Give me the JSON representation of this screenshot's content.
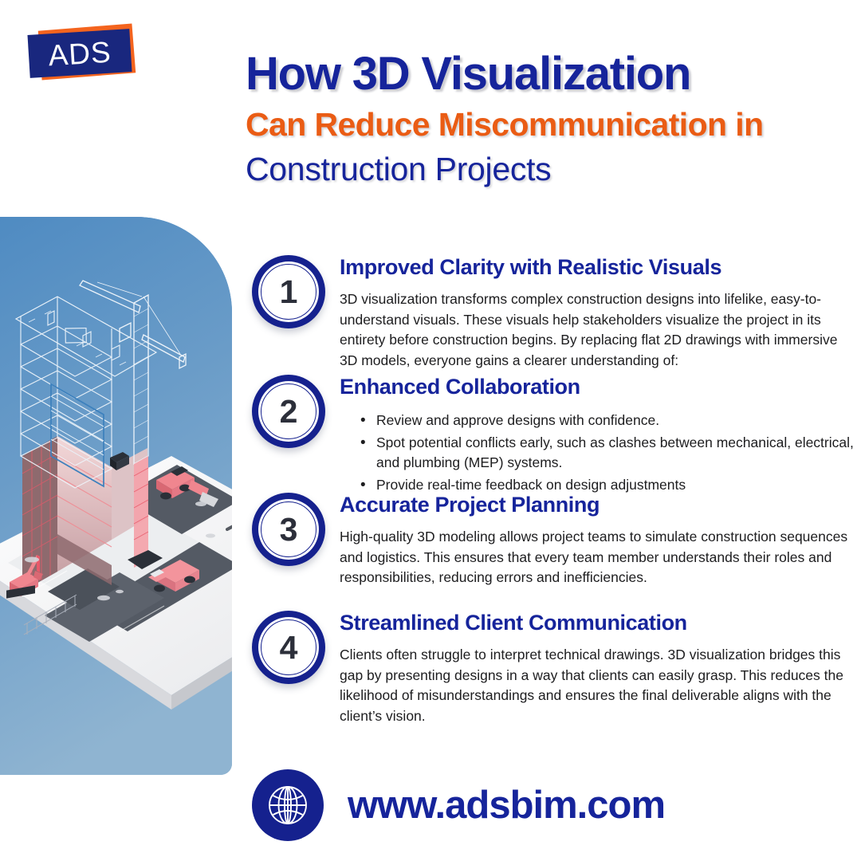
{
  "brand": {
    "logo_text": "ADS",
    "navy": "#15218e",
    "orange": "#ea5c14",
    "panel_blue_top": "#4f8bc2",
    "panel_blue_bottom": "#8fb4d1",
    "body_text": "#1d1d1f"
  },
  "header": {
    "line1": "How 3D Visualization",
    "line2": "Can Reduce Miscommunication in",
    "line3": "Construction Projects"
  },
  "illustration": {
    "caption": "isometric 3D wireframe building with tower crane, excavator, bulldozer and truck on a tablet device"
  },
  "items": [
    {
      "number": "1",
      "title": "Improved Clarity with Realistic Visuals",
      "text": "3D visualization transforms complex construction designs into lifelike, easy-to-understand visuals. These visuals help stakeholders visualize the project in its entirety before construction begins. By replacing flat 2D drawings with immersive 3D models, everyone gains a clearer understanding of:",
      "bullets": []
    },
    {
      "number": "2",
      "title": "Enhanced Collaboration",
      "text": "",
      "bullets": [
        "Review and approve designs with confidence.",
        "Spot potential conflicts early, such as clashes between mechanical, electrical, and plumbing (MEP) systems.",
        "Provide real-time feedback on design adjustments"
      ]
    },
    {
      "number": "3",
      "title": "Accurate Project Planning",
      "text": "High-quality 3D modeling allows project teams to simulate construction sequences and logistics. This ensures that every team member understands their roles and responsibilities, reducing errors and inefficiencies.",
      "bullets": []
    },
    {
      "number": "4",
      "title": "Streamlined Client Communication",
      "text": "Clients often struggle to interpret technical drawings. 3D visualization bridges this gap by presenting designs in a way that clients can easily grasp. This reduces the likelihood of misunderstandings and ensures the final deliverable aligns with the client’s vision.",
      "bullets": []
    }
  ],
  "footer": {
    "icon": "globe-icon",
    "website": "www.adsbim.com"
  }
}
